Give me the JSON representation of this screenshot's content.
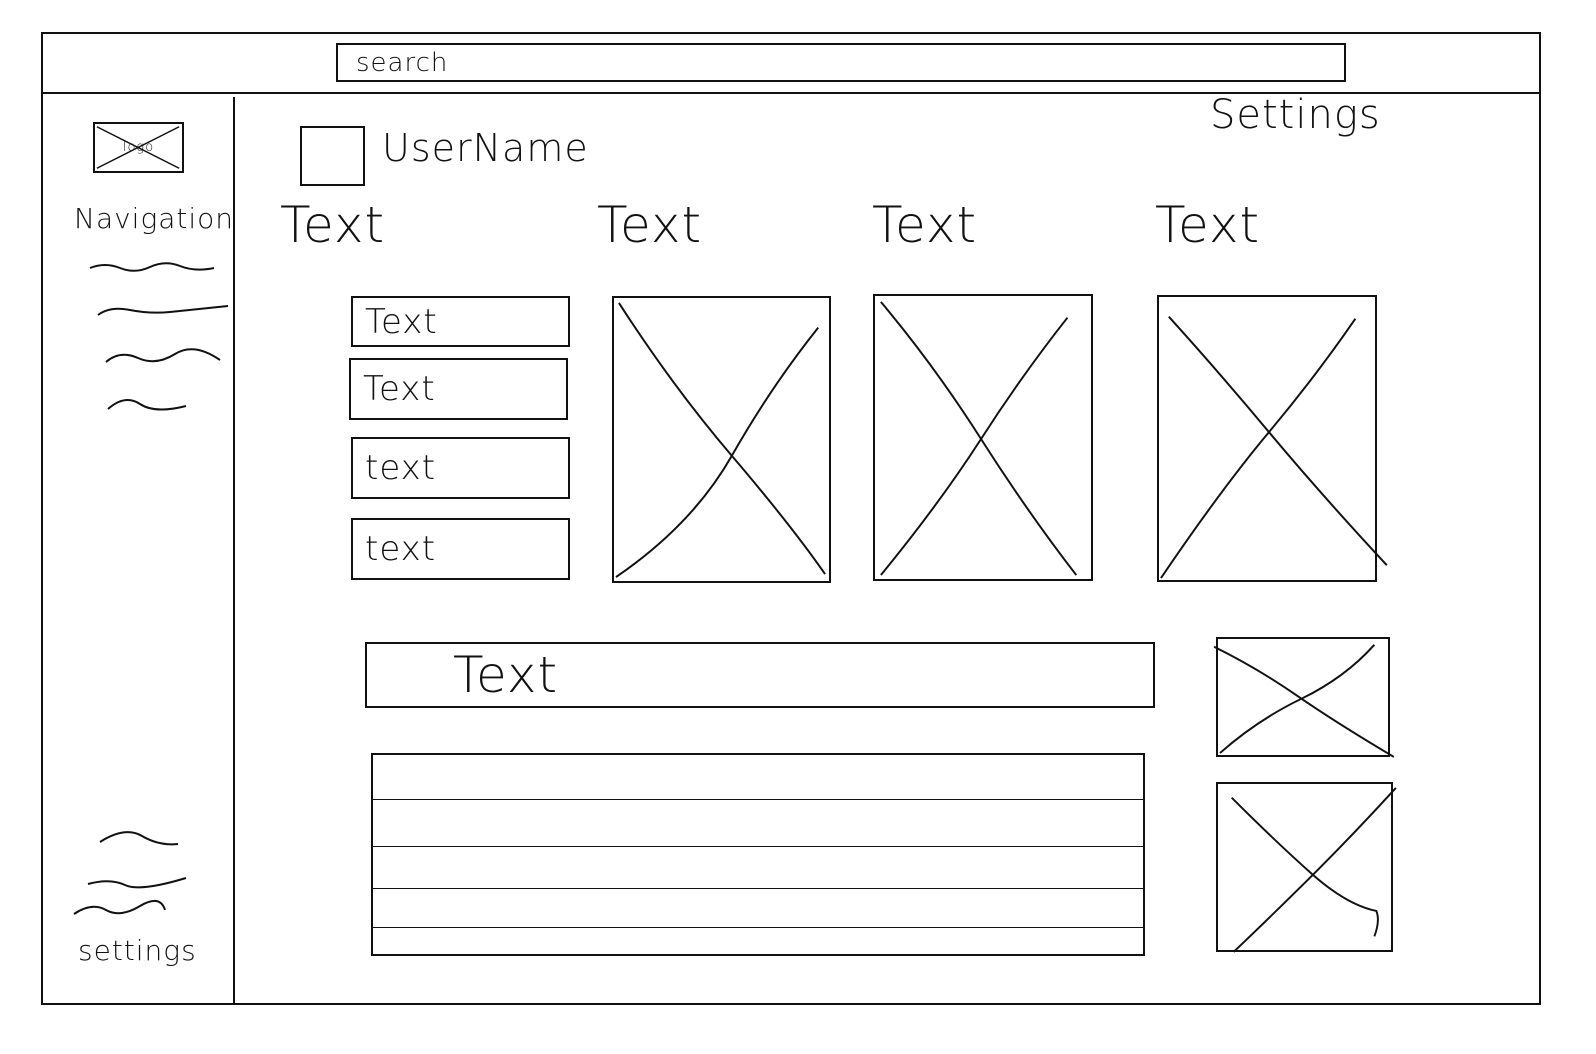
{
  "header": {
    "search": {
      "placeholder": "search"
    }
  },
  "sidebar": {
    "logo_label": "logo",
    "nav_title": "Navigation",
    "settings_label": "settings"
  },
  "user": {
    "username": "UserName",
    "settings_label": "Settings"
  },
  "columns": [
    {
      "heading": "Text"
    },
    {
      "heading": "Text"
    },
    {
      "heading": "Text"
    },
    {
      "heading": "Text"
    }
  ],
  "text_list": [
    {
      "label": "Text"
    },
    {
      "label": "Text"
    },
    {
      "label": "text"
    },
    {
      "label": "text"
    }
  ],
  "banner": {
    "label": "Text"
  },
  "icons": {
    "logo": "image-placeholder-icon",
    "image": "image-placeholder-icon",
    "avatar": "avatar-placeholder"
  },
  "colors": {
    "ink": "#111111",
    "background": "#ffffff"
  }
}
